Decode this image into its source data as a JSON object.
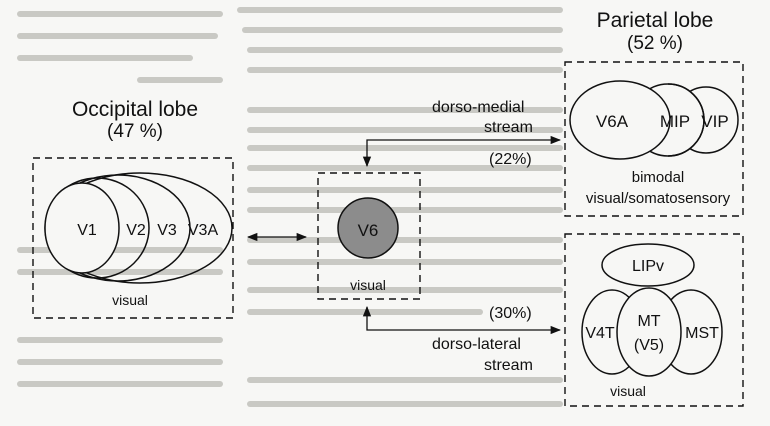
{
  "occipital": {
    "title": "Occipital lobe",
    "percent": "(47 %)",
    "areas": [
      "V1",
      "V2",
      "V3",
      "V3A"
    ],
    "modality": "visual"
  },
  "v6": {
    "area": "V6",
    "modality": "visual"
  },
  "parietal": {
    "title": "Parietal lobe",
    "percent": "(52 %)"
  },
  "medial_group": {
    "areas": [
      "V6A",
      "MIP",
      "VIP"
    ],
    "modality_line1": "bimodal",
    "modality_line2": "visual/somatosensory"
  },
  "lateral_group": {
    "top_area": "LIPv",
    "areas": [
      "V4T",
      "MT",
      "(V5)",
      "MST"
    ],
    "modality": "visual"
  },
  "streams": {
    "medial": {
      "line1": "dorso-medial",
      "line2": "stream",
      "percent": "(22%)"
    },
    "lateral": {
      "line1": "dorso-lateral",
      "line2": "stream",
      "percent": "(30%)"
    }
  },
  "colors": {
    "ink": "#111111",
    "v6_fill": "#8c8c8c",
    "paper": "#f7f7f5"
  }
}
